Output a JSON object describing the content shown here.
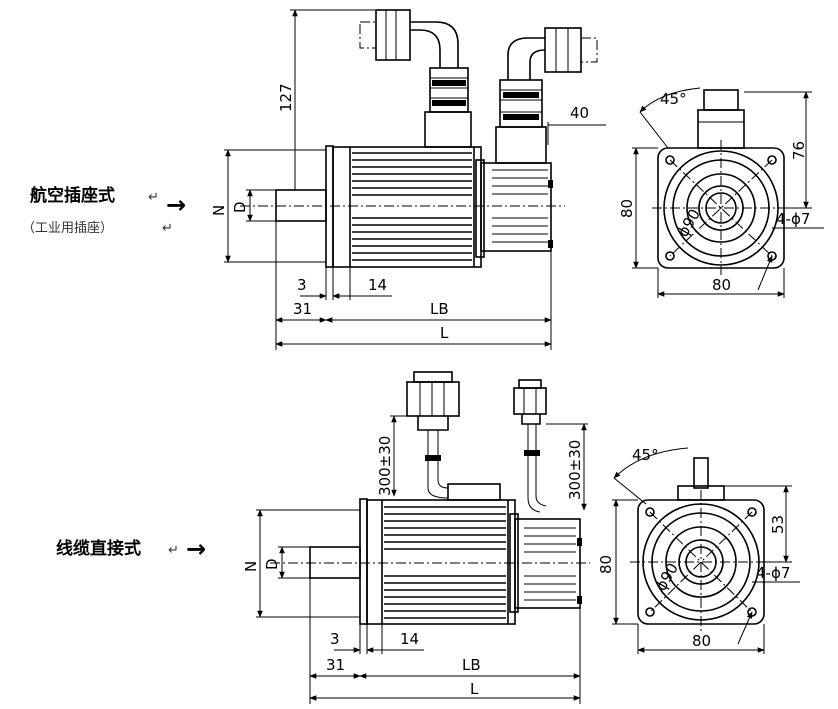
{
  "top_view": {
    "caption": "航空插座式",
    "caption_mark": "↵",
    "subcaption": "（工业用插座）",
    "subcaption_mark": "↵",
    "arrow": "→",
    "dims": {
      "n": "N",
      "d": "D",
      "h127": "127",
      "h40": "40",
      "d3": "3",
      "d14": "14",
      "d31": "31",
      "lb": "LB",
      "l": "L",
      "a45": "45°",
      "h76": "76",
      "h80": "80",
      "w80": "80",
      "holes": "4-ϕ7",
      "pcd": "ϕ90"
    }
  },
  "bottom_view": {
    "caption": "线缆直接式",
    "caption_mark": "↵",
    "arrow": "→",
    "dims": {
      "n": "N",
      "d": "D",
      "cable1": "300±30",
      "cable2": "300±30",
      "d3": "3",
      "d14": "14",
      "d31": "31",
      "lb": "LB",
      "l": "L",
      "a45": "45°",
      "h53": "53",
      "h80": "80",
      "w80": "80",
      "holes": "4-ϕ7",
      "pcd": "ϕ90"
    }
  }
}
